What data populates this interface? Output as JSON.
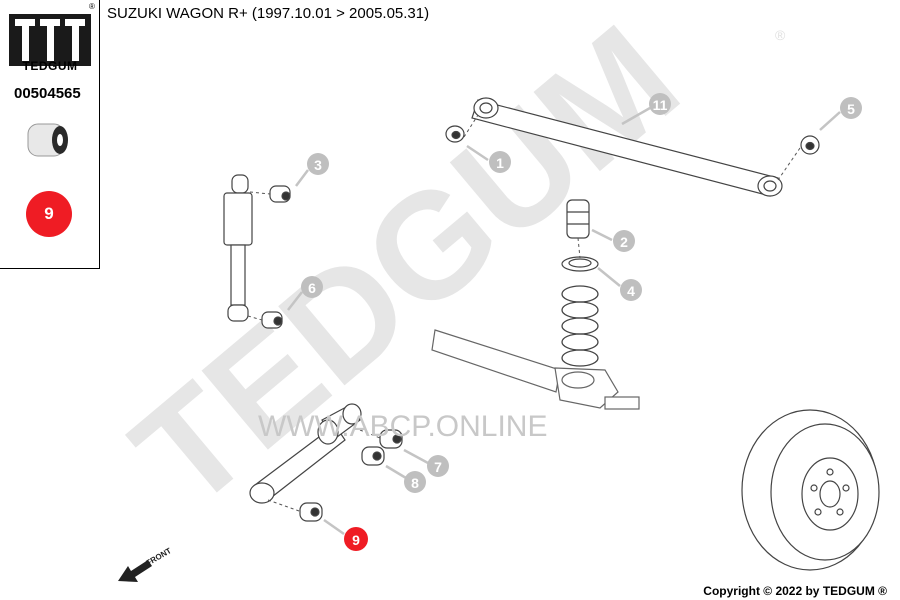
{
  "header": {
    "brand": "TEDGUM",
    "part_number": "00504565",
    "vehicle_title": "SUZUKI WAGON R+  (1997.10.01 > 2005.05.31)",
    "highlight_number": "9"
  },
  "watermark": {
    "brand": "TEDGUM",
    "website": "WWW.ABCP.ONLINE"
  },
  "callouts": [
    "1",
    "2",
    "3",
    "4",
    "5",
    "6",
    "7",
    "8",
    "9",
    "11"
  ],
  "front_label": "FRONT",
  "copyright": "Copyright © 2022 by TEDGUM ®",
  "colors": {
    "highlight": "#ef1c24",
    "callout": "#bfbfbf",
    "watermark": "#e6e6e6"
  }
}
